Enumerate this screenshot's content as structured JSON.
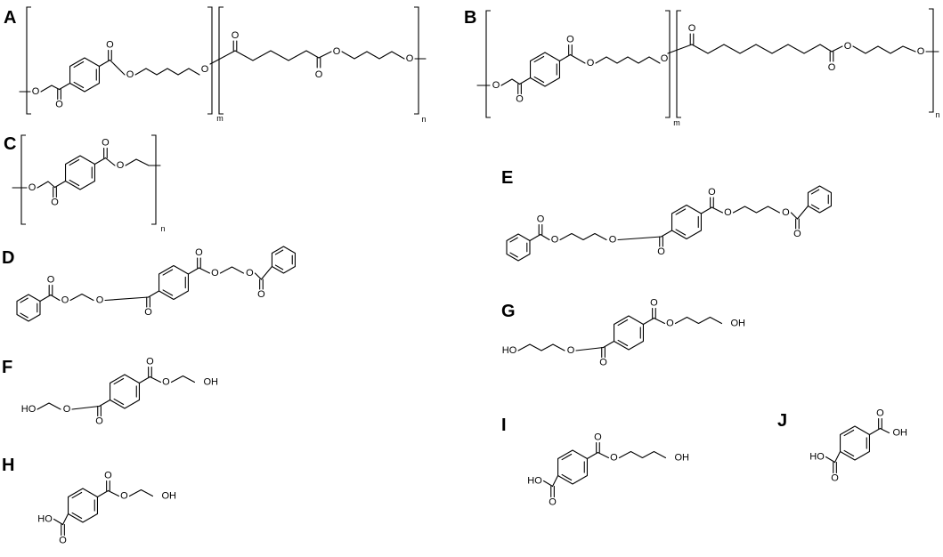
{
  "figure": {
    "panels": [
      {
        "id": "A",
        "label": "A",
        "repeat_labels": [
          "m",
          "n"
        ]
      },
      {
        "id": "B",
        "label": "B",
        "repeat_labels": [
          "m",
          "n"
        ]
      },
      {
        "id": "C",
        "label": "C",
        "repeat_labels": [
          "n"
        ]
      },
      {
        "id": "D",
        "label": "D"
      },
      {
        "id": "E",
        "label": "E"
      },
      {
        "id": "F",
        "label": "F"
      },
      {
        "id": "G",
        "label": "G"
      },
      {
        "id": "H",
        "label": "H"
      },
      {
        "id": "I",
        "label": "I"
      },
      {
        "id": "J",
        "label": "J"
      }
    ],
    "atoms": {
      "oxygen": "O",
      "hydroxyl": "OH",
      "hydroxyl_left": "HO"
    },
    "subscripts": {
      "m": "m",
      "n": "n"
    }
  }
}
